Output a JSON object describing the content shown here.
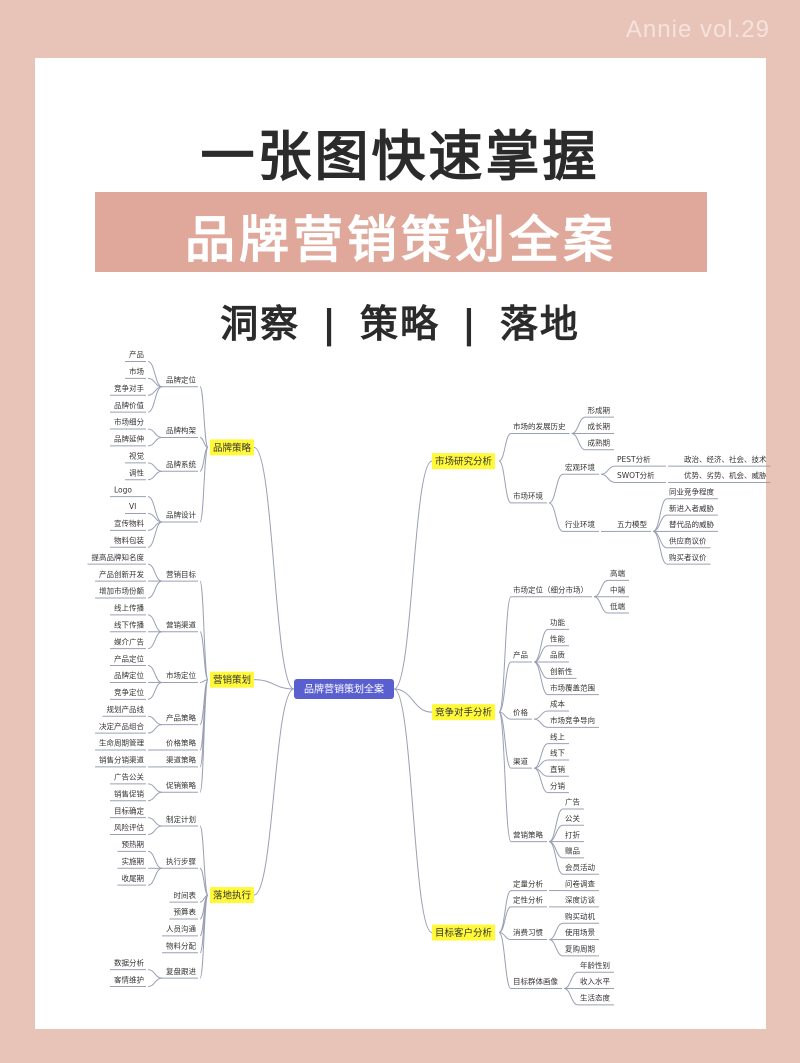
{
  "watermark": "Annie vol.29",
  "title_line1": "一张图快速掌握",
  "title_line2": "品牌营销策划全案",
  "subtitle": [
    "洞察",
    "策略",
    "落地"
  ],
  "subtitle_sep": "|",
  "mindmap": {
    "root": "品牌营销策划全案",
    "left": [
      {
        "label": "品牌策略",
        "children": [
          {
            "label": "品牌定位",
            "children": [
              "产品",
              "市场",
              "竞争对手",
              "品牌价值"
            ]
          },
          {
            "label": "品牌构架",
            "children": [
              "市场细分",
              "品牌延伸"
            ]
          },
          {
            "label": "品牌系统",
            "children": [
              "视觉",
              "调性"
            ]
          },
          {
            "label": "品牌设计",
            "children": [
              "Logo",
              "VI",
              "宣传物料",
              "物料包装"
            ]
          }
        ]
      },
      {
        "label": "营销策划",
        "children": [
          {
            "label": "营销目标",
            "children": [
              "提高品牌知名度",
              "产品创新开发",
              "增加市场份额"
            ]
          },
          {
            "label": "营销渠道",
            "children": [
              "线上传播",
              "线下传播",
              "媒介广告"
            ]
          },
          {
            "label": "市场定位",
            "children": [
              "产品定位",
              "品牌定位",
              "竞争定位"
            ]
          },
          {
            "label": "产品策略",
            "children": [
              "规划产品线",
              "决定产品组合"
            ]
          },
          {
            "label": "价格策略",
            "children": [
              "生命周期管理"
            ]
          },
          {
            "label": "渠道策略",
            "children": [
              "销售分销渠道"
            ]
          },
          {
            "label": "促销策略",
            "children": [
              "广告公关",
              "销售促销"
            ]
          }
        ]
      },
      {
        "label": "落地执行",
        "children": [
          {
            "label": "制定计划",
            "children": [
              "目标确定",
              "风险评估"
            ]
          },
          {
            "label": "执行步骤",
            "children": [
              "预热期",
              "实施期",
              "收尾期"
            ]
          },
          {
            "label": "时间表",
            "children": []
          },
          {
            "label": "预算表",
            "children": []
          },
          {
            "label": "人员沟通",
            "children": []
          },
          {
            "label": "物料分配",
            "children": []
          },
          {
            "label": "复盘跟进",
            "children": [
              "数据分析",
              "客情维护"
            ]
          }
        ]
      }
    ],
    "right": [
      {
        "label": "市场研究分析",
        "children": [
          {
            "label": "市场的发展历史",
            "children": [
              "形成期",
              "成长期",
              "成熟期"
            ]
          },
          {
            "label": "市场环境",
            "children": [
              {
                "label": "宏观环境",
                "children": [
                  {
                    "label": "PEST分析",
                    "children": [
                      "政治、经济、社会、技术"
                    ]
                  },
                  {
                    "label": "SWOT分析",
                    "children": [
                      "优势、劣势、机会、威胁"
                    ]
                  }
                ]
              },
              {
                "label": "行业环境",
                "children": [
                  {
                    "label": "五力模型",
                    "children": [
                      "同业竞争程度",
                      "新进入者威胁",
                      "替代品的威胁",
                      "供应商议价",
                      "购买者议价"
                    ]
                  }
                ]
              }
            ]
          }
        ]
      },
      {
        "label": "竞争对手分析",
        "children": [
          {
            "label": "市场定位（细分市场）",
            "children": [
              "高端",
              "中端",
              "低端"
            ]
          },
          {
            "label": "产品",
            "children": [
              "功能",
              "性能",
              "品质",
              "创新性",
              "市场覆盖范围"
            ]
          },
          {
            "label": "价格",
            "children": [
              "成本",
              "市场竞争导向"
            ]
          },
          {
            "label": "渠道",
            "children": [
              "线上",
              "线下",
              "直销",
              "分销"
            ]
          },
          {
            "label": "营销策略",
            "children": [
              "广告",
              "公关",
              "打折",
              "赠品",
              "会员活动"
            ]
          }
        ]
      },
      {
        "label": "目标客户分析",
        "children": [
          {
            "label": "定量分析",
            "children": [
              "问卷调查"
            ]
          },
          {
            "label": "定性分析",
            "children": [
              "深度访谈"
            ]
          },
          {
            "label": "消费习惯",
            "children": [
              "购买动机",
              "使用场景",
              "复购周期"
            ]
          },
          {
            "label": "目标群体画像",
            "children": [
              "年龄性别",
              "收入水平",
              "生活态度"
            ]
          }
        ]
      }
    ]
  }
}
